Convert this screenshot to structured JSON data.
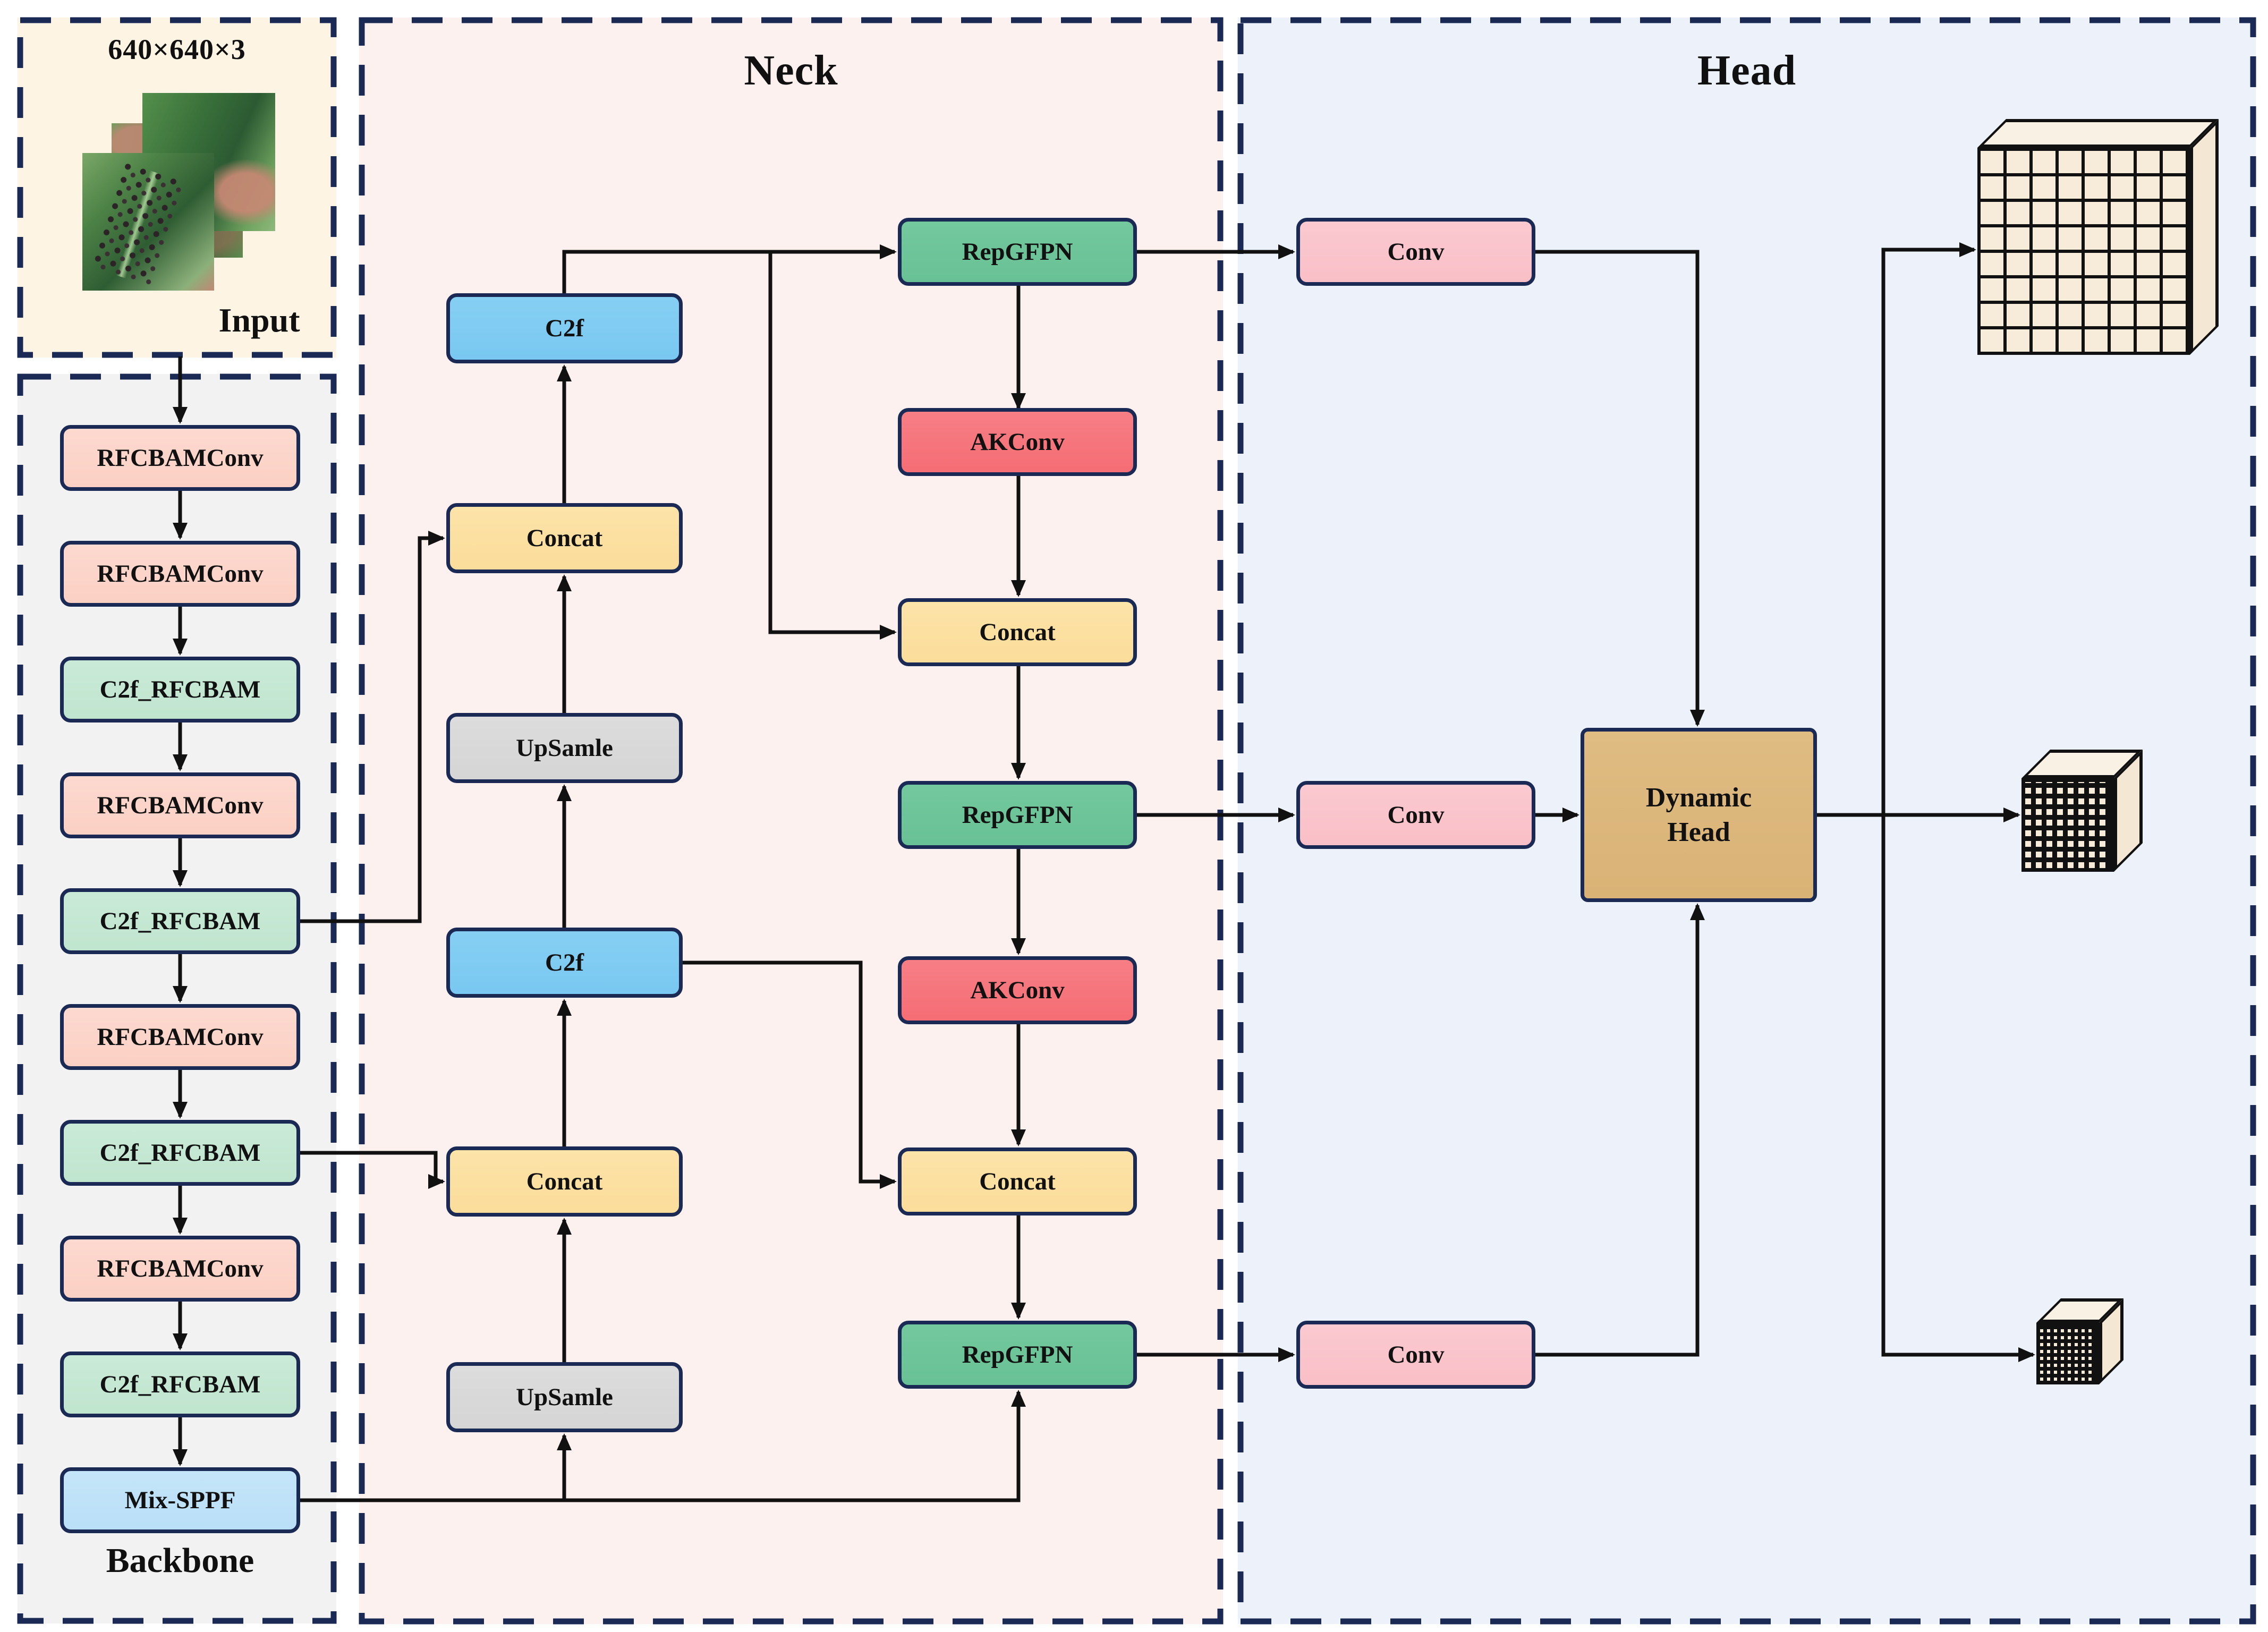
{
  "input_panel": {
    "title": "640×640×3",
    "label": "Input",
    "images": [
      "leaf-pest-photo",
      "leaf-pest-photo",
      "leaf-pest-photo"
    ]
  },
  "backbone": {
    "label": "Backbone",
    "blocks": [
      {
        "label": "RFCBAMConv"
      },
      {
        "label": "RFCBAMConv"
      },
      {
        "label": "C2f_RFCBAM"
      },
      {
        "label": "RFCBAMConv"
      },
      {
        "label": "C2f_RFCBAM"
      },
      {
        "label": "RFCBAMConv"
      },
      {
        "label": "C2f_RFCBAM"
      },
      {
        "label": "RFCBAMConv"
      },
      {
        "label": "C2f_RFCBAM"
      },
      {
        "label": "Mix-SPPF"
      }
    ]
  },
  "neck": {
    "label": "Neck",
    "left_column": [
      {
        "label": "C2f"
      },
      {
        "label": "Concat"
      },
      {
        "label": "UpSamle"
      },
      {
        "label": "C2f"
      },
      {
        "label": "Concat"
      },
      {
        "label": "UpSamle"
      }
    ],
    "right_column": [
      {
        "label": "RepGFPN"
      },
      {
        "label": "AKConv"
      },
      {
        "label": "Concat"
      },
      {
        "label": "RepGFPN"
      },
      {
        "label": "AKConv"
      },
      {
        "label": "Concat"
      },
      {
        "label": "RepGFPN"
      }
    ]
  },
  "head": {
    "label": "Head",
    "convs": [
      {
        "label": "Conv"
      },
      {
        "label": "Conv"
      },
      {
        "label": "Conv"
      }
    ],
    "dynamic_head": {
      "label": "Dynamic\nHead"
    }
  },
  "outputs": [
    {
      "name": "feature-map-large",
      "grid": "8×8"
    },
    {
      "name": "feature-map-medium",
      "grid": "8×8"
    },
    {
      "name": "feature-map-small",
      "grid": "8×8"
    }
  ],
  "palette": {
    "panel_border_navy": "#1b2a55",
    "input_panel_bg": "#fdf4e3",
    "backbone_panel_bg": "#f2f2f2",
    "neck_panel_bg": "#fdf1ef",
    "head_panel_bg": "#edf2fa",
    "rfcbamconv_salmon": "#fbd0c4",
    "c2f_rfcbam_mint": "#c0e5cf",
    "mix_sppf_lightblue": "#b9dff7",
    "c2f_blue": "#79c8f1",
    "concat_yellow": "#fbdd9b",
    "upsample_gray": "#d5d5d5",
    "repgfpn_green": "#68c195",
    "akconv_red": "#f56d75",
    "conv_pink": "#f9bfc7",
    "dynamic_head_tan": "#d9b276",
    "feature_map_cream": "#f7ecda",
    "arrow_black": "#111111"
  }
}
